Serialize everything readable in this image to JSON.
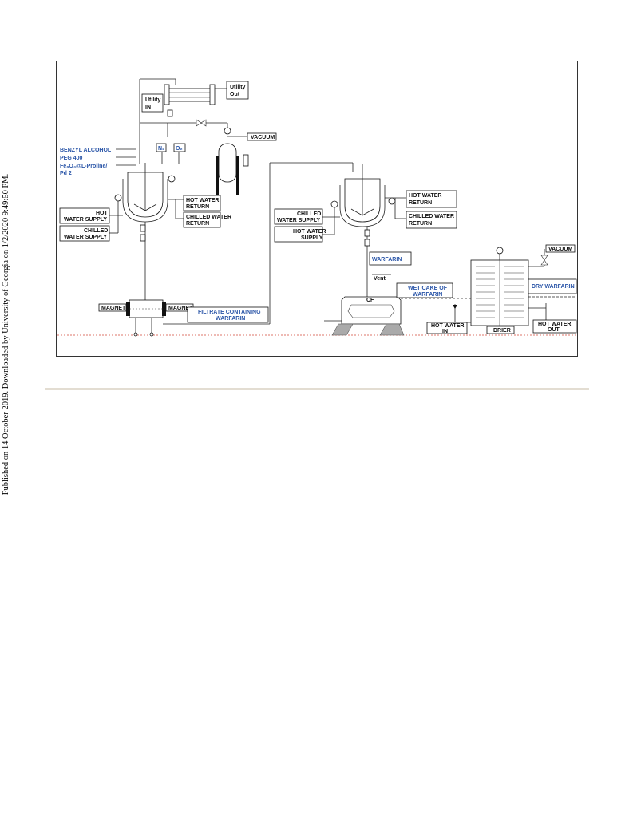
{
  "side_note": "Published on 14 October 2019. Downloaded by University of Georgia on 1/2/2020 9:49:50 PM.",
  "diagram": {
    "utility_in": [
      "Utility",
      "IN"
    ],
    "utility_out": [
      "Utility",
      "Out"
    ],
    "vacuum_top": "VACUUM",
    "feed_benzyl": "BENZYL ALCOHOL",
    "feed_peg": "PEG 400",
    "feed_cat1": "Fe₃O₄@L-Proline/",
    "feed_cat2": "Pd 2",
    "n2": "N₂",
    "o2": "O₂",
    "r1_hot_supply": [
      "HOT",
      "WATER SUPPLY"
    ],
    "r1_chilled_supply": [
      "CHILLED",
      "WATER SUPPLY"
    ],
    "r1_hot_return": [
      "HOT WATER",
      "RETURN"
    ],
    "r1_chilled_return": [
      "CHILLED WATER",
      "RETURN"
    ],
    "magnet_left": "MAGNET",
    "magnet_right": "MAGNET",
    "filtrate": [
      "FILTRATE CONTAINING",
      "WARFARIN"
    ],
    "r2_chilled_supply": [
      "CHILLED",
      "WATER SUPPLY"
    ],
    "r2_hot_supply": [
      "HOT WATER",
      "SUPPLY"
    ],
    "r2_hot_return": [
      "HOT WATER",
      "RETURN"
    ],
    "r2_chilled_return": [
      "CHILLED WATER",
      "RETURN"
    ],
    "warfarin": "WARFARIN",
    "vent": "Vent",
    "cf": "CF",
    "wet_cake": [
      "WET CAKE OF",
      "WARFARIN"
    ],
    "vacuum_right": "VACUUM",
    "dry_warfarin": "DRY WARFARIN",
    "hot_water_in": [
      "HOT WATER",
      "IN"
    ],
    "drier": "DRIER",
    "hot_water_out": [
      "HOT WATER",
      "OUT"
    ]
  }
}
